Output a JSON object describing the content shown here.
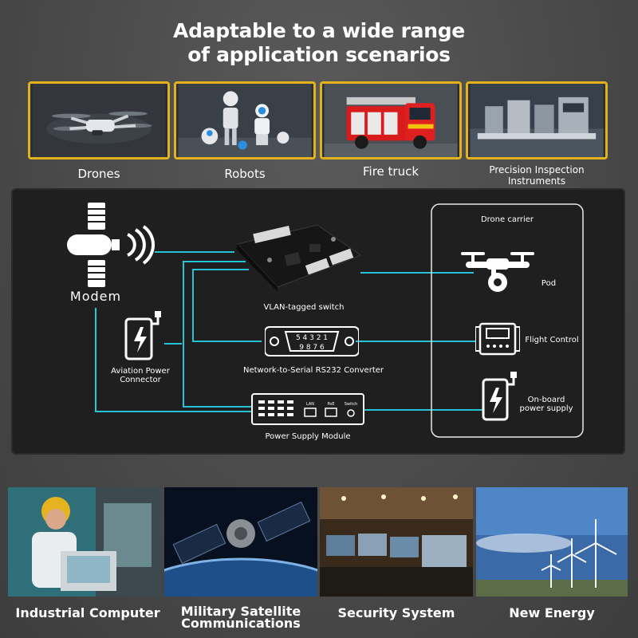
{
  "title_line1": "Adaptable to a wide range",
  "title_line2": "of application scenarios",
  "scenarios": [
    {
      "label": "Drones"
    },
    {
      "label": "Robots"
    },
    {
      "label": "Fire truck"
    },
    {
      "label_line1": "Precision Inspection",
      "label_line2": "Instruments"
    }
  ],
  "diagram": {
    "modem": "Modem",
    "switch": "VLAN-tagged switch",
    "converter": "Network-to-Serial RS232 Converter",
    "aviation_line1": "Aviation Power",
    "aviation_line2": "Connector",
    "power_module": "Power Supply Module",
    "drone_carrier": "Drone carrier",
    "pod": "Pod",
    "flight_control": "Flight Control",
    "onboard_line1": "On-board",
    "onboard_line2": "power supply",
    "psu_port1": "LAN",
    "psu_port2": "PoE",
    "psu_port3": "Switch",
    "db9_pins_top": "5  4  3  2  1",
    "db9_pins_bottom": "9  8  7  6",
    "line_color": "#27c3d6",
    "accent_color": "#e2b21c"
  },
  "bottom_scenarios": [
    {
      "label": "Industrial Computer"
    },
    {
      "label_line1": "Military Satellite",
      "label_line2": "Communications"
    },
    {
      "label": "Security System"
    },
    {
      "label": "New Energy"
    }
  ]
}
